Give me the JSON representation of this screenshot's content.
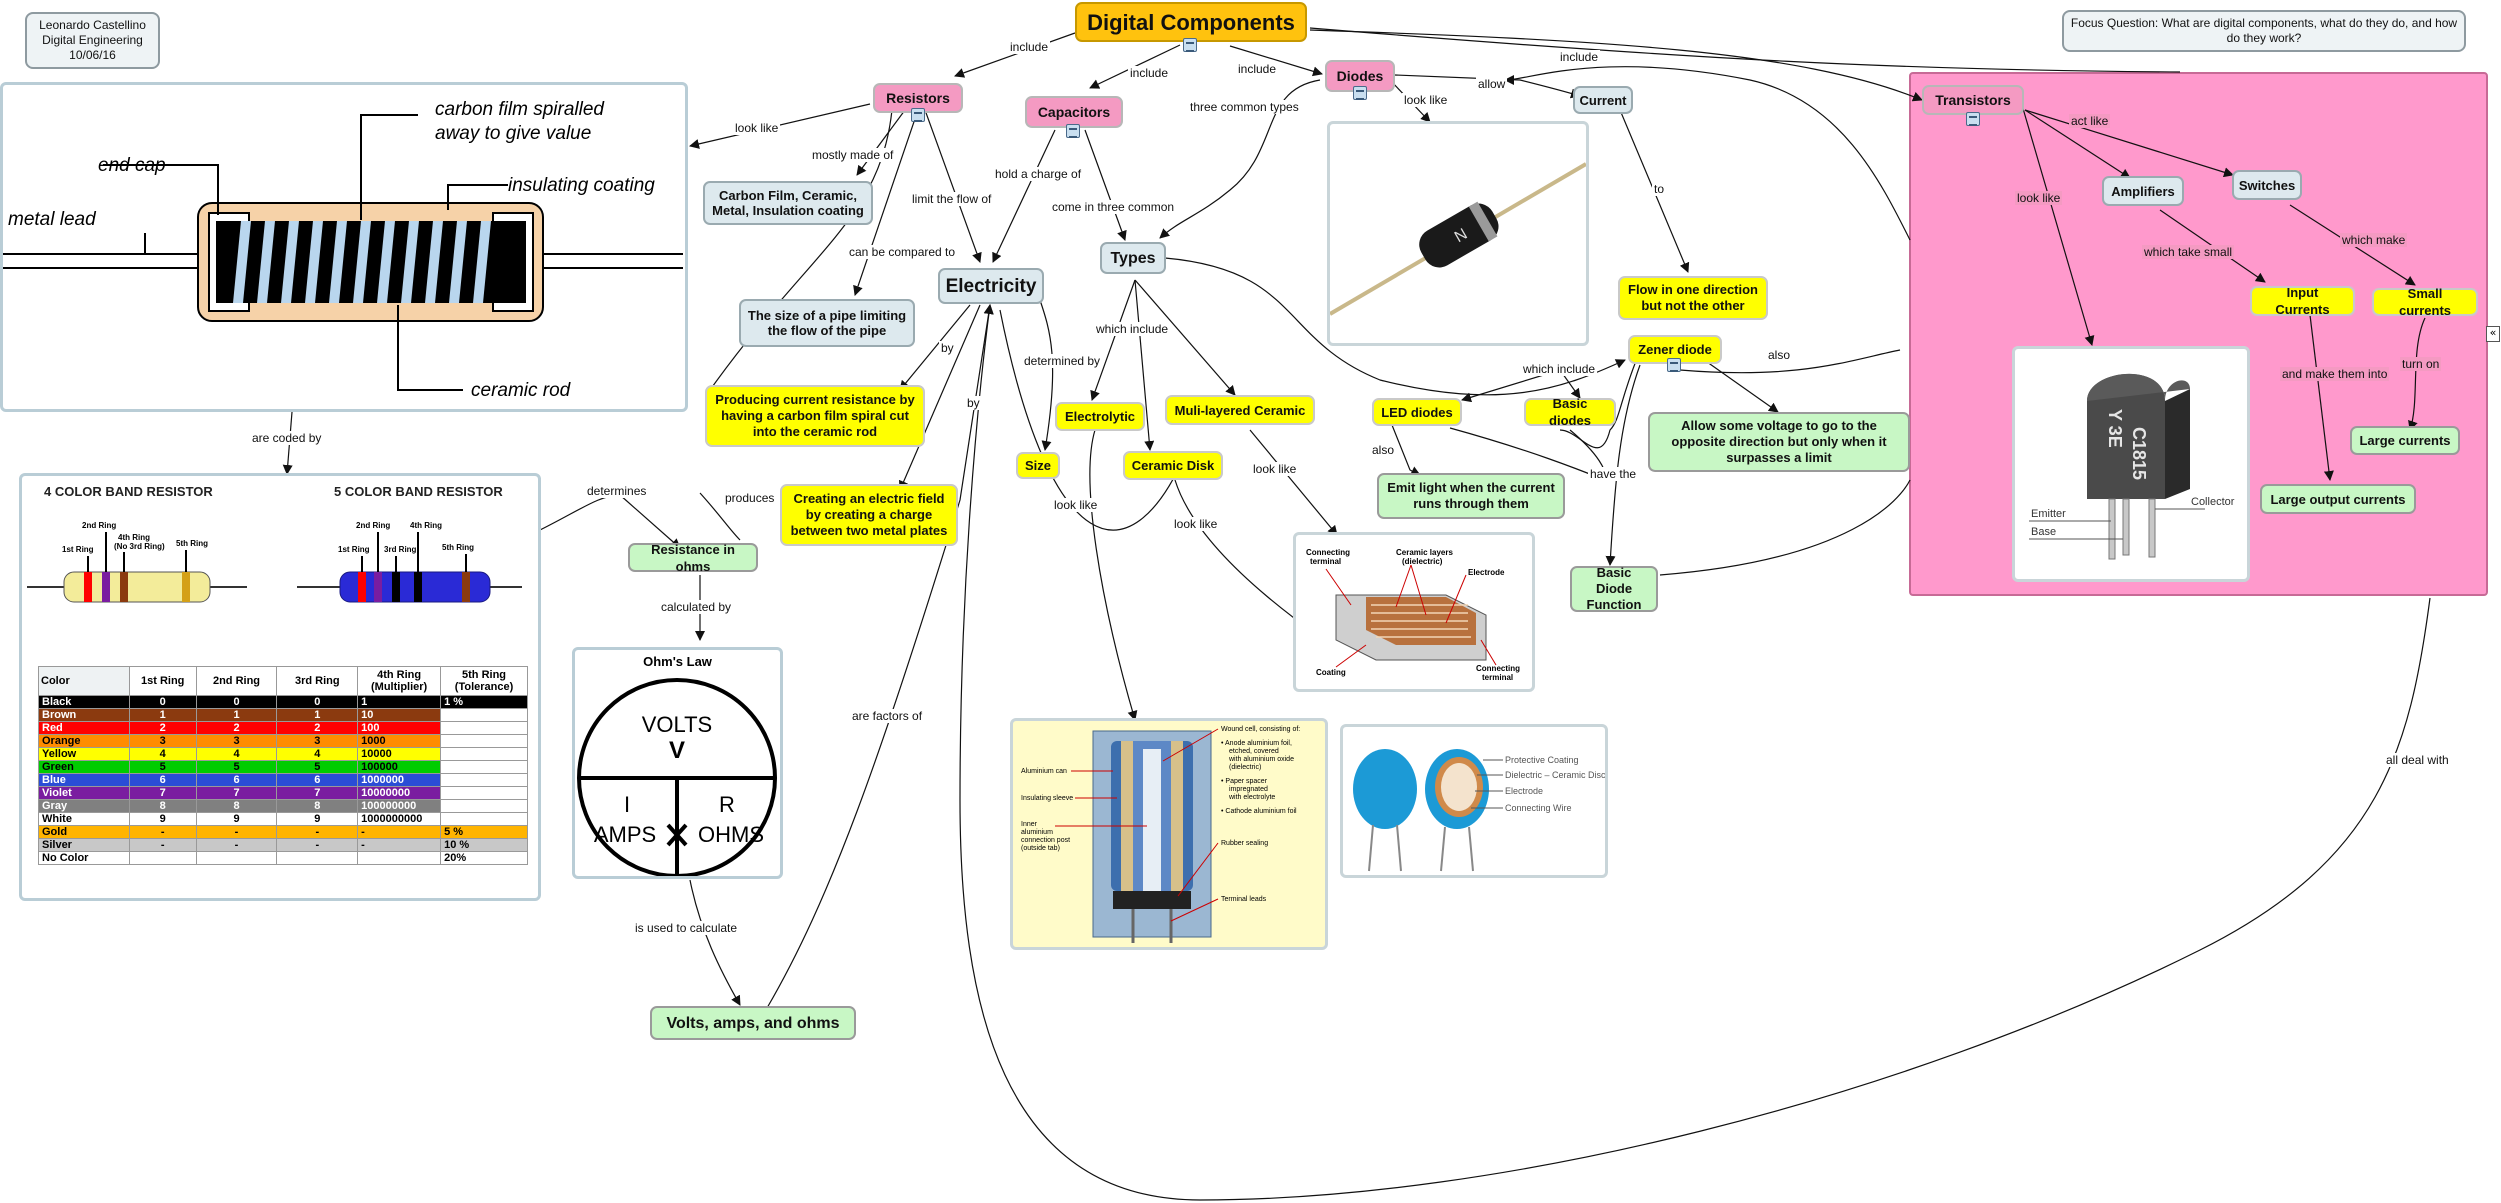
{
  "header": {
    "author_lines": [
      "Leonardo Castellino",
      "Digital Engineering",
      "10/06/16"
    ],
    "focus_question": "Focus Question: What are digital components, what do they do, and how do they work?"
  },
  "nodes": {
    "digital_components": "Digital Components",
    "resistors": "Resistors",
    "capacitors": "Capacitors",
    "diodes": "Diodes",
    "current": "Current",
    "transistors": "Transistors",
    "amplifiers": "Amplifiers",
    "switches": "Switches",
    "input_currents": "Input Currents",
    "small_currents": "Small currents",
    "large_currents": "Large currents",
    "large_output_currents": "Large output currents",
    "carbon_film": "Carbon Film, Ceramic, Metal, Insulation coating",
    "pipe": "The size of a pipe limiting the flow of the pipe",
    "electricity": "Electricity",
    "types": "Types",
    "producing_resistance": "Producing current resistance by having a carbon film spiral cut into the ceramic rod",
    "electric_field": "Creating an electric field by creating a charge between two metal plates",
    "size": "Size",
    "electrolytic": "Electrolytic",
    "multilayered": "Muli-layered Ceramic",
    "ceramic_disk": "Ceramic Disk",
    "resistance_ohms": "Resistance in ohms",
    "flow_one_direction": "Flow in one direction but not the other",
    "zener": "Zener diode",
    "led": "LED diodes",
    "basic_diodes": "Basic diodes",
    "allow_voltage": "Allow some voltage to go to the opposite direction but only when it surpasses a limit",
    "emit_light": "Emit light when the current runs through them",
    "basic_diode_function": "Basic Diode Function",
    "vao": "Volts, amps, and ohms",
    "ohms_law_title": "Ohm's Law"
  },
  "links": {
    "include": "include",
    "look_like": "look like",
    "mostly_made_of": "mostly made of",
    "limit_the_flow_of": "limit the flow of",
    "can_be_compared_to": "can be compared to",
    "hold_a_charge_of": "hold a charge of",
    "come_in_three_common": "come in three common",
    "three_common_types": "three common types",
    "allow": "allow",
    "to": "to",
    "act_like": "act like",
    "which_take_small": "which take small",
    "which_make": "which make",
    "and_make_them_into": "and make them into",
    "turn_on": "turn on",
    "by": "by",
    "determined_by": "determined by",
    "which_include": "which include",
    "also": "also",
    "have_the": "have the",
    "are_coded_by": "are coded by",
    "determines": "determines",
    "produces": "produces",
    "calculated_by": "calculated by",
    "is_used_to_calculate": "is used to calculate",
    "are_factors_of": "are factors of",
    "all_deal_with": "all deal with"
  },
  "resistor_image": {
    "carbon_film_label_1": "carbon film spiralled",
    "carbon_film_label_2": "away to give value",
    "end_cap": "end cap",
    "insulating_coating": "insulating coating",
    "metal_lead": "metal lead",
    "ceramic_rod": "ceramic rod"
  },
  "color_code": {
    "title4": "4 COLOR BAND RESISTOR",
    "title5": "5 COLOR BAND RESISTOR",
    "ring_1st": "1st Ring",
    "ring_2nd": "2nd Ring",
    "ring_3rd": "3rd Ring",
    "ring_4th_4": "4th Ring",
    "ring_4th_4b": "(No 3rd Ring)",
    "ring_4th_5": "4th Ring",
    "ring_5th": "5th Ring",
    "headers": [
      "Color",
      "1st Ring",
      "2nd Ring",
      "3rd Ring",
      "4th Ring (Multiplier)",
      "5th Ring (Tolerance)"
    ],
    "rows": [
      {
        "color": "Black",
        "v1": "0",
        "v2": "0",
        "v3": "0",
        "mult": "1",
        "tol": "1 %",
        "bg": "#000000",
        "fg": "#ffffff"
      },
      {
        "color": "Brown",
        "v1": "1",
        "v2": "1",
        "v3": "1",
        "mult": "10",
        "tol": "",
        "bg": "#8b3a0f",
        "fg": "#ffffff"
      },
      {
        "color": "Red",
        "v1": "2",
        "v2": "2",
        "v3": "2",
        "mult": "100",
        "tol": "",
        "bg": "#ff0000",
        "fg": "#ffffff"
      },
      {
        "color": "Orange",
        "v1": "3",
        "v2": "3",
        "v3": "3",
        "mult": "1000",
        "tol": "",
        "bg": "#ff8c00",
        "fg": "#000000"
      },
      {
        "color": "Yellow",
        "v1": "4",
        "v2": "4",
        "v3": "4",
        "mult": "10000",
        "tol": "",
        "bg": "#ffff00",
        "fg": "#000000"
      },
      {
        "color": "Green",
        "v1": "5",
        "v2": "5",
        "v3": "5",
        "mult": "100000",
        "tol": "",
        "bg": "#00cc00",
        "fg": "#000000"
      },
      {
        "color": "Blue",
        "v1": "6",
        "v2": "6",
        "v3": "6",
        "mult": "1000000",
        "tol": "",
        "bg": "#2a4dd6",
        "fg": "#ffffff"
      },
      {
        "color": "Violet",
        "v1": "7",
        "v2": "7",
        "v3": "7",
        "mult": "10000000",
        "tol": "",
        "bg": "#7a1da0",
        "fg": "#ffffff"
      },
      {
        "color": "Gray",
        "v1": "8",
        "v2": "8",
        "v3": "8",
        "mult": "100000000",
        "tol": "",
        "bg": "#808080",
        "fg": "#ffffff"
      },
      {
        "color": "White",
        "v1": "9",
        "v2": "9",
        "v3": "9",
        "mult": "1000000000",
        "tol": "",
        "bg": "#ffffff",
        "fg": "#000000"
      },
      {
        "color": "Gold",
        "v1": "-",
        "v2": "-",
        "v3": "-",
        "mult": "-",
        "tol": "5 %",
        "bg": "#ffb400",
        "fg": "#000000"
      },
      {
        "color": "Silver",
        "v1": "-",
        "v2": "-",
        "v3": "-",
        "mult": "-",
        "tol": "10 %",
        "bg": "#c8c8c8",
        "fg": "#000000"
      },
      {
        "color": "No Color",
        "v1": "",
        "v2": "",
        "v3": "",
        "mult": "",
        "tol": "20%",
        "bg": "#ffffff",
        "fg": "#000000"
      }
    ]
  },
  "ohms_law": {
    "volts": "VOLTS",
    "v": "V",
    "i": "I",
    "r": "R",
    "amps": "AMPS",
    "ohms": "OHMS"
  },
  "electrolytic_image": {
    "aluminium_can": "Aluminium can",
    "insulating_sleeve": "Insulating sleeve",
    "inner_conn_1": "Inner",
    "inner_conn_2": "aluminium",
    "inner_conn_3": "connection post",
    "inner_conn_4": "(outside tab)",
    "wound_1": "Wound cell, consisting of:",
    "wound_2": "• Anode aluminium foil,",
    "wound_3": "etched, covered",
    "wound_4": "with aluminium oxide",
    "wound_5": "(dielectric)",
    "wound_6": "• Paper spacer",
    "wound_7": "impregnated",
    "wound_8": "with electrolyte",
    "wound_9": "• Cathode aluminium foil",
    "rubber_sealing": "Rubber sealing",
    "terminal_leads": "Terminal leads"
  },
  "multilayer_image": {
    "connecting_terminal_1": "Connecting",
    "connecting_terminal_2": "terminal",
    "ceramic_layers_1": "Ceramic layers",
    "ceramic_layers_2": "(dielectric)",
    "electrode": "Electrode",
    "coating": "Coating",
    "connecting_terminal_b1": "Connecting",
    "connecting_terminal_b2": "terminal"
  },
  "disk_image": {
    "protective_coating": "Protective Coating",
    "dielectric": "Dielectric – Ceramic Disc",
    "electrode": "Electrode",
    "connecting_wire": "Connecting Wire"
  },
  "transistor_image": {
    "marking_1": "C1815",
    "marking_2": "Y 3E",
    "emitter": "Emitter",
    "base": "Base",
    "collector": "Collector"
  },
  "diode_image": {
    "marking": "N"
  },
  "colors": {
    "pink_node": "#f49ac2",
    "yellow_node": "#ffff00",
    "green_node": "#c8f7c5",
    "blue_node": "#dde9ee",
    "title_node": "#ffc20e",
    "transistor_panel": "#ff99cc"
  }
}
